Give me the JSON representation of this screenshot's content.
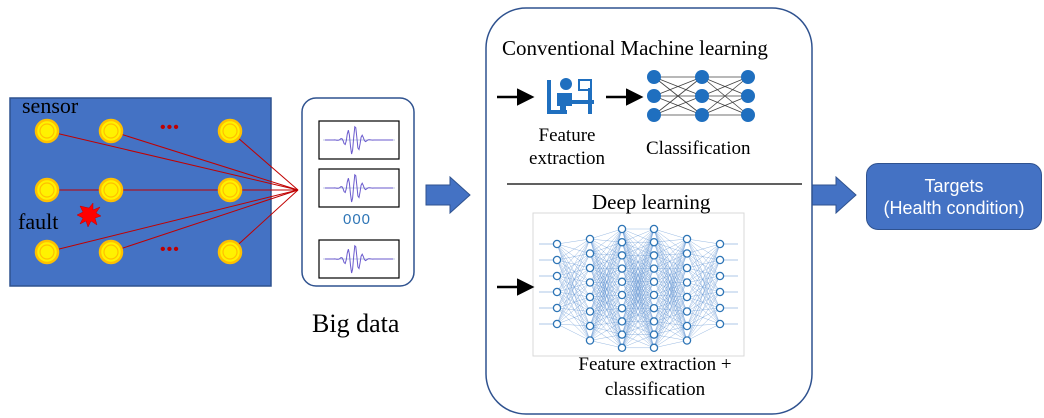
{
  "sensor_panel": {
    "sensor_label": "sensor",
    "fault_label": "fault",
    "ellipsis_top": "•••",
    "ellipsis_bottom": "•••"
  },
  "big_data": {
    "label": "Big data",
    "ellipsis": "000"
  },
  "conventional": {
    "title": "Conventional Machine learning",
    "feature_label_1": "Feature",
    "feature_label_2": "extraction",
    "classification_label": "Classification"
  },
  "deep": {
    "title": "Deep learning",
    "caption_1": "Feature extraction +",
    "caption_2": "classification"
  },
  "targets": {
    "line_1": "Targets",
    "line_2": "(Health condition)"
  },
  "colors": {
    "panel_blue": "#4472c4",
    "sensor_yellow": "#fff200",
    "sensor_ring": "#ffc000",
    "wire_red": "#c00000",
    "arrow_blue": "#4472c4",
    "node_blue": "#2e75b6",
    "fault_red": "#ff0000"
  }
}
